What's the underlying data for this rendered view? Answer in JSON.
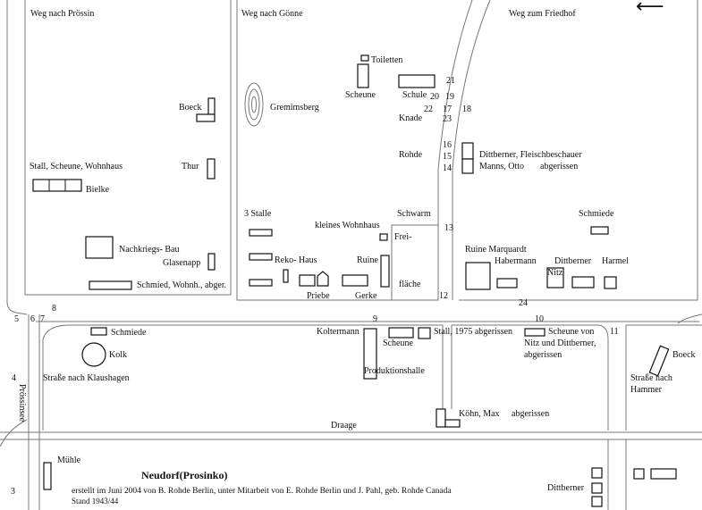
{
  "map": {
    "roads": {
      "top_left": "Weg nach Prössin",
      "top_middle": "Weg nach Gönne",
      "top_right": "Weg zum Friedhof",
      "left_vertical": "Prössinsee",
      "main_street": "Draage",
      "to_klaushagen": "Straße nach Klaushagen",
      "to_hammer": "Straße nach Hammer"
    },
    "places": {
      "toiletten": "Toiletten",
      "scheune_top": "Scheune",
      "schule": "Schule",
      "gremimsberg": "Gremimsberg",
      "boeck_top": "Boeck",
      "knade": "Knade",
      "rohde": "Rohde",
      "dittbern_fleisch": "Dittberner, Fleischbeschauer",
      "manns": "Manns, Otto",
      "manns_note": "abgerissen",
      "stall_left": "Stall, Scheune, Wohnhaus",
      "thur": "Thur",
      "bielke": "Bielke",
      "drei_stalle": "3 Stalle",
      "kleines_wohnhaus": "kleines Wohnhaus",
      "schwarm": "Schwarm",
      "frei": "Frei-",
      "flaeche": "fläche",
      "schmiede_right": "Schmiede",
      "nachkriegs": "Nachkriegs- Bau",
      "glasenapp": "Glasenapp",
      "reko_haus": "Reko- Haus",
      "ruine": "Ruine",
      "ruine_marquardt": "Ruine Marquardt",
      "habermann": "Habermann",
      "dittberner_mid": "Dittberner",
      "harmel": "Harmel",
      "nitz": "Nitz",
      "schmied_wohnh": "Schmied, Wohnh., abger.",
      "priebe": "Priebe",
      "gerke": "Gerke",
      "schmiede_left": "Schmiede",
      "kolk": "Kolk",
      "koltermann": "Koltermann",
      "scheune_mid": "Scheune",
      "stall_1975": "Stall, 1975 abgerissen",
      "scheune_von_1": "Scheune von",
      "scheune_von_2": "Nitz und Dittberner,",
      "scheune_von_3": "abgerissen",
      "produktionshalle": "Produktionshalle",
      "boeck_right": "Boeck",
      "koehn": "Köhn, Max",
      "koehn_note": "abgerissen",
      "muehle": "Mühle",
      "dittberner_bottom": "Dittberner"
    },
    "numbers": [
      "21",
      "20",
      "19",
      "22",
      "17",
      "18",
      "23",
      "16",
      "15",
      "14",
      "13",
      "12",
      "24",
      "8",
      "5",
      "6",
      "7",
      "9",
      "10",
      "11",
      "4",
      "3"
    ],
    "title": "Neudorf(Prosinko)",
    "credit": "erstellt im Juni 2004 von B. Rohde Berlin, unter Mitarbeit von E. Rohde Berlin und J. Pahl, geb. Rohde  Canada",
    "stand": "Stand 1943/44",
    "north_arrow": "⟵"
  }
}
